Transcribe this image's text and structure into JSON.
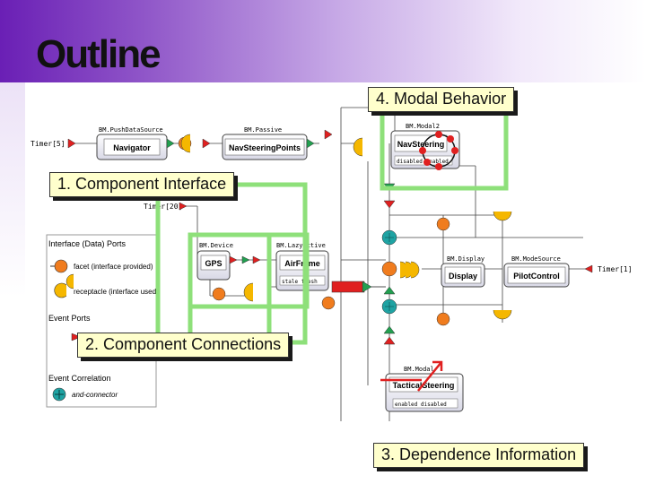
{
  "slide": {
    "title": "Outline",
    "callouts": {
      "modal": "4. Modal Behavior",
      "interface": "1. Component Interface",
      "connections": "2. Component Connections",
      "dependence": "3. Dependence Information"
    }
  },
  "components": {
    "navigator": {
      "type": "BM.PushDataSource",
      "name": "Navigator"
    },
    "nav_steering_points": {
      "type": "BM.Passive",
      "name": "NavSteeringPoints"
    },
    "nav_steering": {
      "type": "BM.Modal2",
      "name": "NavSteering",
      "attr": "disabled enabled"
    },
    "gps": {
      "type": "BM.Device",
      "name": "GPS"
    },
    "airframe": {
      "type": "BM.LazyActive",
      "name": "AirFrame",
      "attr": "stale fresh"
    },
    "display": {
      "type": "BM.Display",
      "name": "Display"
    },
    "pilot_control": {
      "type": "BM.ModeSource",
      "name": "PilotControl"
    },
    "tactical_steering": {
      "type": "BM.Modal",
      "name": "TacticalSteering",
      "attr": "enabled disabled"
    }
  },
  "timers": {
    "t5": "Timer[5]",
    "t20": "Timer[20]",
    "t1": "Timer[1]"
  },
  "legend": {
    "interface_heading": "Interface (Data) Ports",
    "facet": "facet (interface provided)",
    "receptacle": "receptacle (interface used)",
    "event_ports": "Event Ports",
    "event_correlation": "Event Correlation",
    "and_connector": "and-connector"
  },
  "colors": {
    "green_frame": "#8ee07a",
    "facet": "#f07c1e",
    "receptacle": "#f5b700",
    "event_out": "#e02020",
    "event_in": "#22a050",
    "correlation": "#1fa3a3",
    "component_fill": "#e9e9f2"
  }
}
